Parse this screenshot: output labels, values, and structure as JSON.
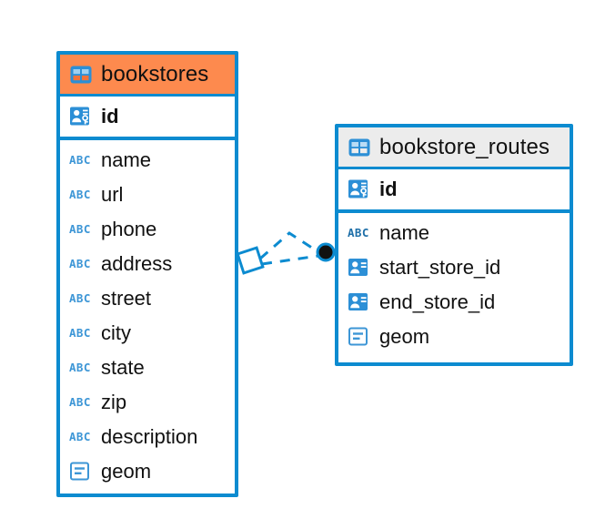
{
  "diagram": {
    "type": "entity-relationship-diagram",
    "background_color": "#FFFFFF",
    "accent_color": "#0C8BD0",
    "highlight_color": "#FD8A4E",
    "header_grey": "#ECECEC"
  },
  "tables": [
    {
      "name": "bookstores",
      "header_style": "orange",
      "table_icon": "table-icon",
      "primary_keys": [
        {
          "label": "id",
          "icon": "primary-key-icon",
          "type": "pk"
        }
      ],
      "columns": [
        {
          "label": "name",
          "icon": "abc-text-icon",
          "type": "text"
        },
        {
          "label": "url",
          "icon": "abc-text-icon",
          "type": "text"
        },
        {
          "label": "phone",
          "icon": "abc-text-icon",
          "type": "text"
        },
        {
          "label": "address",
          "icon": "abc-text-icon",
          "type": "text"
        },
        {
          "label": "street",
          "icon": "abc-text-icon",
          "type": "text"
        },
        {
          "label": "city",
          "icon": "abc-text-icon",
          "type": "text"
        },
        {
          "label": "state",
          "icon": "abc-text-icon",
          "type": "text"
        },
        {
          "label": "zip",
          "icon": "abc-text-icon",
          "type": "text"
        },
        {
          "label": "description",
          "icon": "abc-text-icon",
          "type": "text"
        },
        {
          "label": "geom",
          "icon": "geometry-icon",
          "type": "geometry"
        }
      ]
    },
    {
      "name": "bookstore_routes",
      "header_style": "grey",
      "table_icon": "table-icon",
      "primary_keys": [
        {
          "label": "id",
          "icon": "primary-key-icon",
          "type": "pk"
        }
      ],
      "columns": [
        {
          "label": "name",
          "icon": "abc-text-icon",
          "type": "text"
        },
        {
          "label": "start_store_id",
          "icon": "foreign-key-icon",
          "type": "fk"
        },
        {
          "label": "end_store_id",
          "icon": "foreign-key-icon",
          "type": "fk"
        },
        {
          "label": "geom",
          "icon": "geometry-icon",
          "type": "geometry"
        }
      ]
    }
  ],
  "relationship": {
    "style": "dashed",
    "color": "#0C8BD0",
    "source_marker": "diamond-marker",
    "target_marker": "filled-circle-marker",
    "from_table": "bookstores",
    "to_table": "bookstore_routes"
  }
}
